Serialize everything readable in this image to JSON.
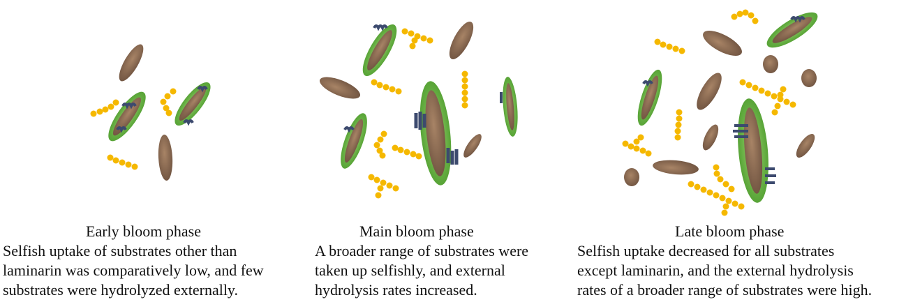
{
  "panels": [
    {
      "title": "Early bloom phase",
      "description_lines": [
        "Selfish uptake of substrates other than",
        "laminarin was comparatively low, and few",
        "substrates were hydrolyzed externally."
      ]
    },
    {
      "title": "Main bloom phase",
      "description_lines": [
        "A broader range of substrates were",
        "taken up selfishly, and external",
        "hydrolysis rates increased."
      ]
    },
    {
      "title": "Late bloom phase",
      "description_lines": [
        "Selfish uptake decreased for all substrates",
        "except laminarin, and the external hydrolysis",
        "rates of a broader range of substrates were high."
      ]
    }
  ],
  "colors": {
    "cell_brown": "#8b6a4f",
    "cell_green": "#5aae38",
    "substrate_yellow": "#f5b800",
    "receptor_blue": "#3c4a6e"
  }
}
